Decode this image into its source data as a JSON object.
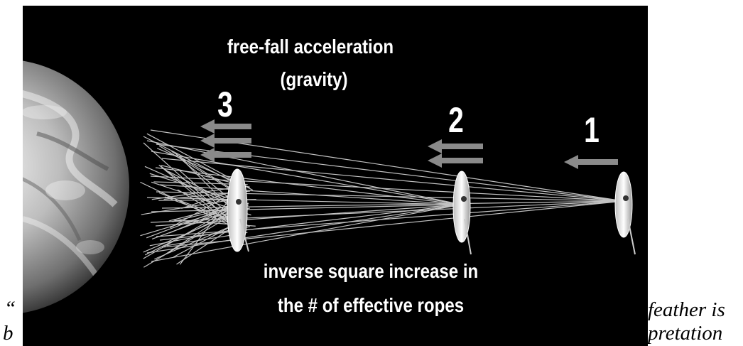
{
  "diagram": {
    "title_line1": "free-fall acceleration",
    "title_line2": "(gravity)",
    "label_3": "3",
    "label_2": "2",
    "label_1": "1",
    "caption_line1": "inverse square increase in",
    "caption_line2": "the # of effective ropes"
  },
  "background_text": {
    "fragment_left_top": "“",
    "fragment_right_top": "feather is",
    "fragment_left_bottom": "b",
    "fragment_right_bottom": "pretation"
  },
  "colors": {
    "background": "#000000",
    "arrow": "#8a8a8a",
    "rope": "#d8d8d8",
    "text": "#ffffff"
  }
}
